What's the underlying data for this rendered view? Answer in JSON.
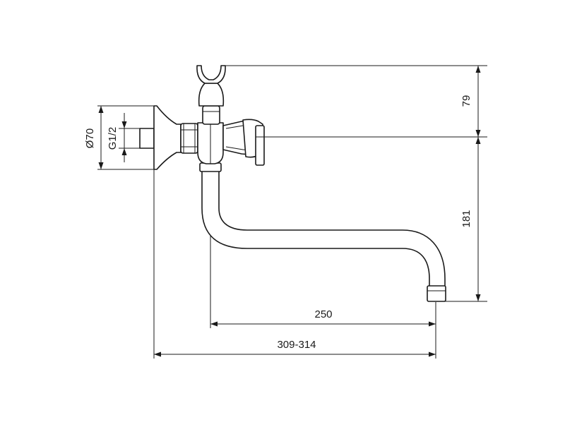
{
  "dimensions": {
    "top_height": "79",
    "spout_drop": "181",
    "spout_projection": "250",
    "overall_projection": "309-314",
    "rosette_diameter": "Ø70",
    "thread": "G1/2"
  }
}
